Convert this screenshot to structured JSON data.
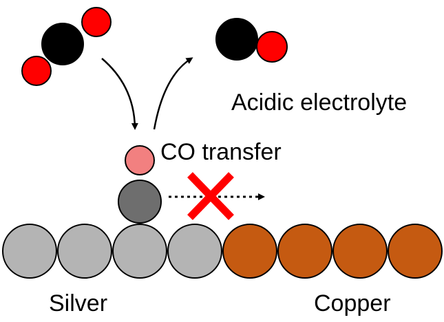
{
  "labels": {
    "electrolyte": "Acidic electrolyte",
    "transfer": "CO transfer",
    "left_metal": "Silver",
    "right_metal": "Copper"
  },
  "colors": {
    "carbon": "#000000",
    "oxygen": "#ff0000",
    "adsorbed_carbon": "#6e6e6e",
    "adsorbed_oxygen": "#f28080",
    "silver": "#b4b4b4",
    "copper": "#c55a11",
    "blocked_mark": "#ff0000",
    "arrow": "#000000"
  },
  "surface": {
    "silver_atoms": 4,
    "copper_atoms": 4
  },
  "icons": {
    "co2_molecule": "co2-molecule-icon",
    "co_molecule": "co-molecule-icon",
    "adsorbed_co": "adsorbed-co-icon",
    "blocked": "red-cross-icon"
  }
}
